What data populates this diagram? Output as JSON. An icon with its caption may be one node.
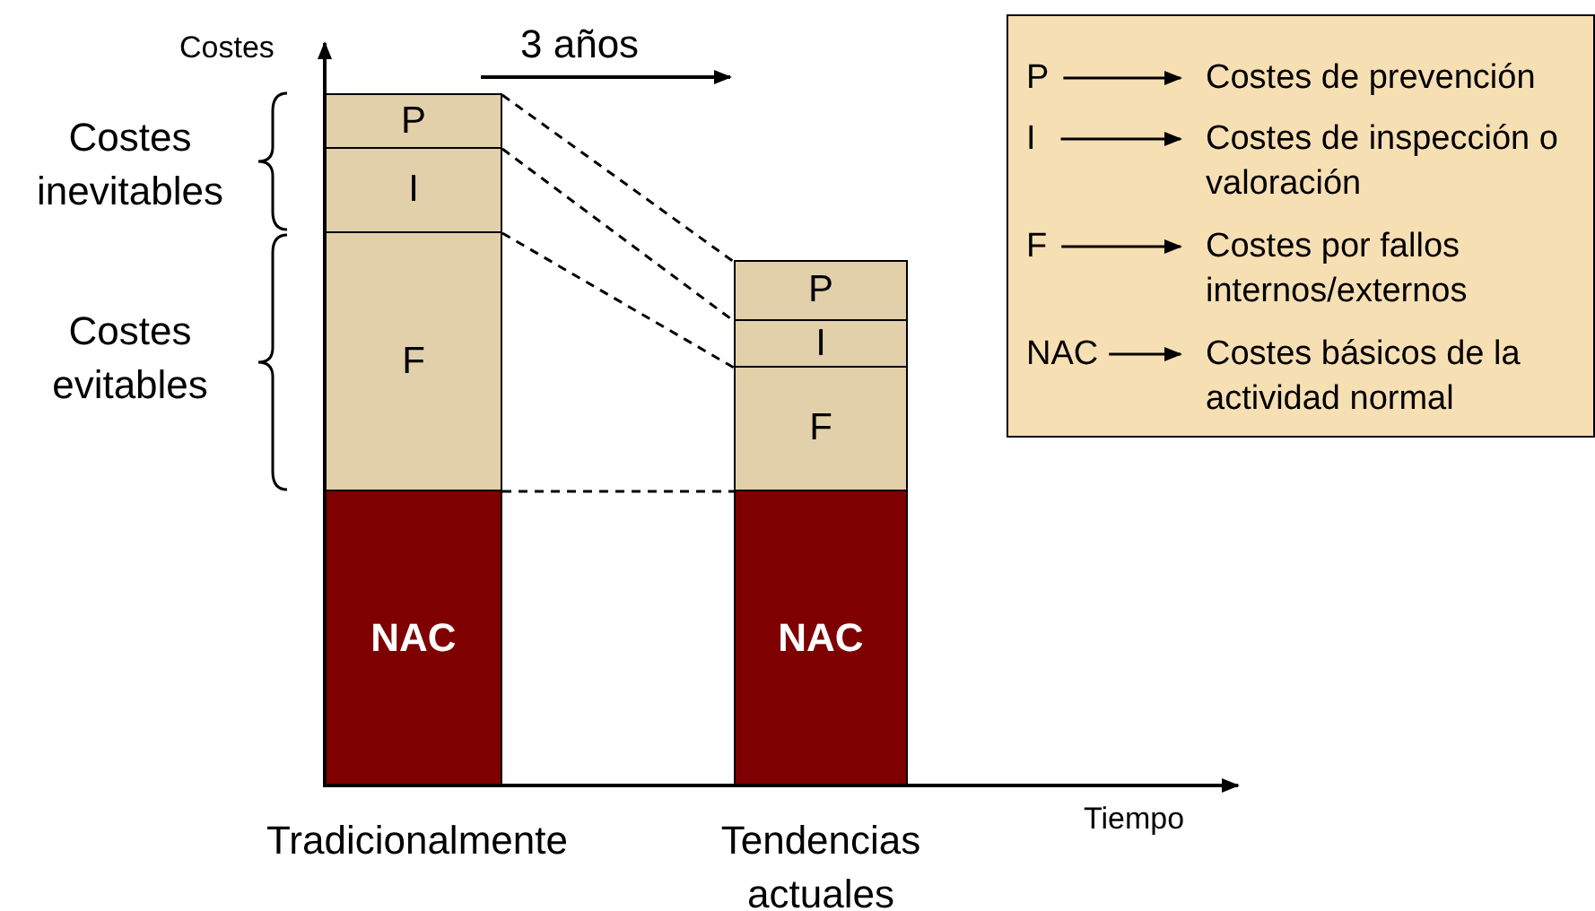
{
  "diagram": {
    "nodes": [
      {
        "text": [
          "P"
        ]
      },
      {
        "text": [
          "I"
        ]
      },
      {
        "text": [
          "F"
        ]
      },
      {
        "text": [
          "NAC"
        ]
      },
      {
        "text": [
          "P"
        ]
      },
      {
        "text": [
          "I"
        ]
      },
      {
        "text": [
          "F"
        ]
      },
      {
        "text": [
          "NAC"
        ]
      },
      {
        "text": [],
        "shape": "box"
      },
      {
        "text": [
          "P"
        ],
        "in": 8
      },
      {
        "text": [
          "Costes de prevención"
        ],
        "in": 8
      },
      {
        "text": [
          "I"
        ],
        "in": 8
      },
      {
        "text": [
          "Costes de inspección o valoración"
        ],
        "in": 8
      },
      {
        "text": [
          "F"
        ],
        "in": 8
      },
      {
        "text": [
          "Costes por fallos internos/externos"
        ],
        "in": 8
      },
      {
        "text": [
          "NAC"
        ],
        "in": 8
      },
      {
        "text": [
          "Costes básicos de la actividad normal"
        ],
        "in": 8
      }
    ],
    "edges": [
      {
        "from": 0,
        "to": 4,
        "arrow": "none",
        "style": "dashed"
      },
      {
        "from": 1,
        "to": 5,
        "arrow": "none",
        "style": "dashed"
      },
      {
        "from": 2,
        "to": 6,
        "arrow": "none",
        "style": "dashed"
      },
      {
        "from": 3,
        "to": 7,
        "arrow": "none",
        "style": "dashed"
      },
      {
        "from": 9,
        "to": 10,
        "arrow": "to"
      },
      {
        "from": 11,
        "to": 12,
        "arrow": "to"
      },
      {
        "from": 13,
        "to": 14,
        "arrow": "to"
      },
      {
        "from": 15,
        "to": 16,
        "arrow": "to"
      }
    ],
    "labels": [
      "Costes",
      "3 años",
      "Costes inevitables",
      "Costes evitables",
      "Tiempo",
      "Tradicionalmente",
      "Tendencias actuales"
    ]
  }
}
